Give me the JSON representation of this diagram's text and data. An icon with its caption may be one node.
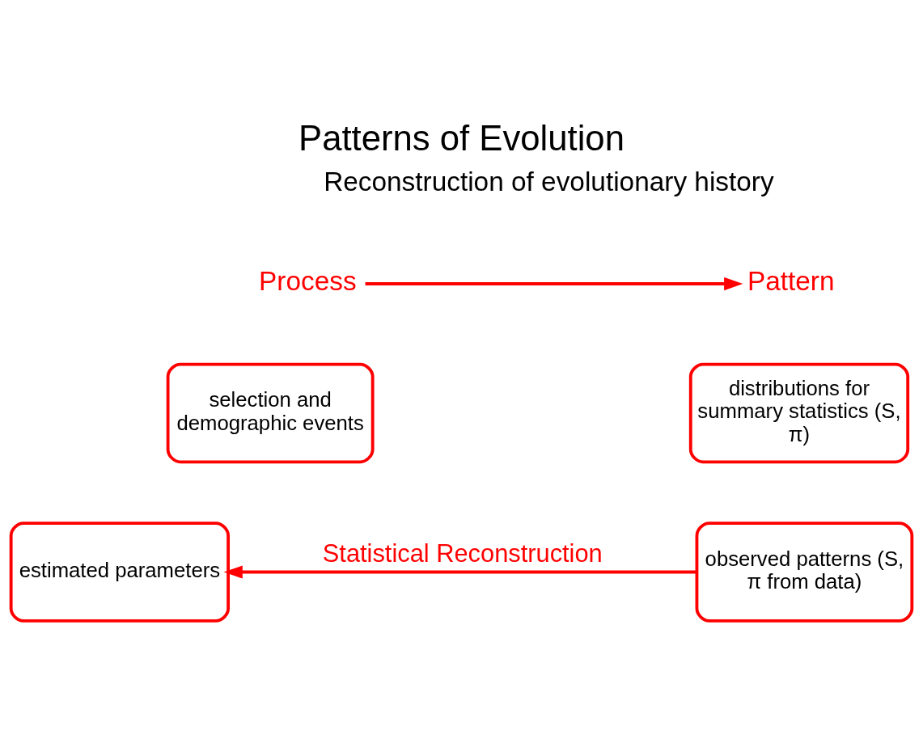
{
  "diagram": {
    "title": "Patterns of Evolution",
    "nodes": [
      {
        "text": [
          "Process"
        ]
      },
      {
        "text": [
          "Pattern"
        ]
      },
      {
        "text": [
          "selection and demographic events"
        ]
      },
      {
        "text": [
          "distributions for summary statistics (S, π)"
        ]
      },
      {
        "text": [
          "estimated parameters"
        ]
      },
      {
        "text": [
          "observed patterns (S, π from data)"
        ]
      }
    ],
    "edges": [
      {
        "from": 0,
        "to": 1,
        "arrow": "to",
        "color": "#ff0000"
      },
      {
        "from": 5,
        "to": 4,
        "arrow": "to",
        "label": "Statistical Reconstruction",
        "color": "#ff0000"
      }
    ],
    "labels": [
      "Reconstruction of evolutionary history"
    ]
  }
}
